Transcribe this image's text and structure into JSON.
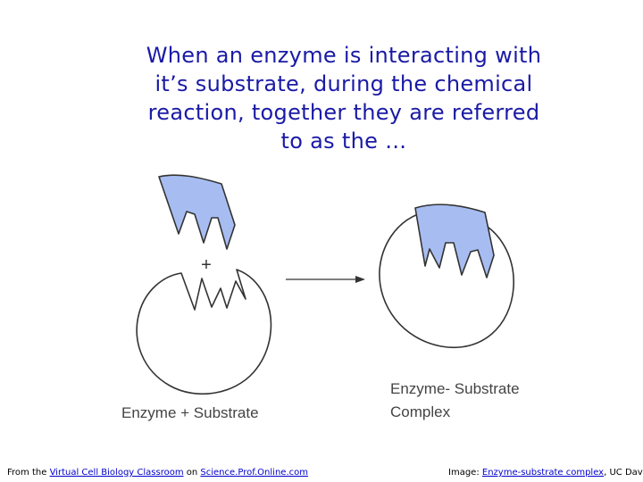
{
  "title": "When an enzyme is interacting with\nit’s substrate, during the chemical\nreaction, together they are referred\nto as the …",
  "diagram": {
    "plus_sign": "+",
    "left_label": "Enzyme + Substrate",
    "right_label_line1": "Enzyme- Substrate",
    "right_label_line2": "Complex",
    "colors": {
      "substrate": "#a7bdf2",
      "outline": "#333333"
    }
  },
  "footer": {
    "left_prefix": "From the",
    "left_link": "Virtual Cell Biology Classroom",
    "left_middle": "on",
    "left_link2": "Science.Prof.Online.com",
    "right_prefix": "Image:",
    "right_link": "Enzyme-substrate complex",
    "right_suffix": ", UC Davis"
  }
}
